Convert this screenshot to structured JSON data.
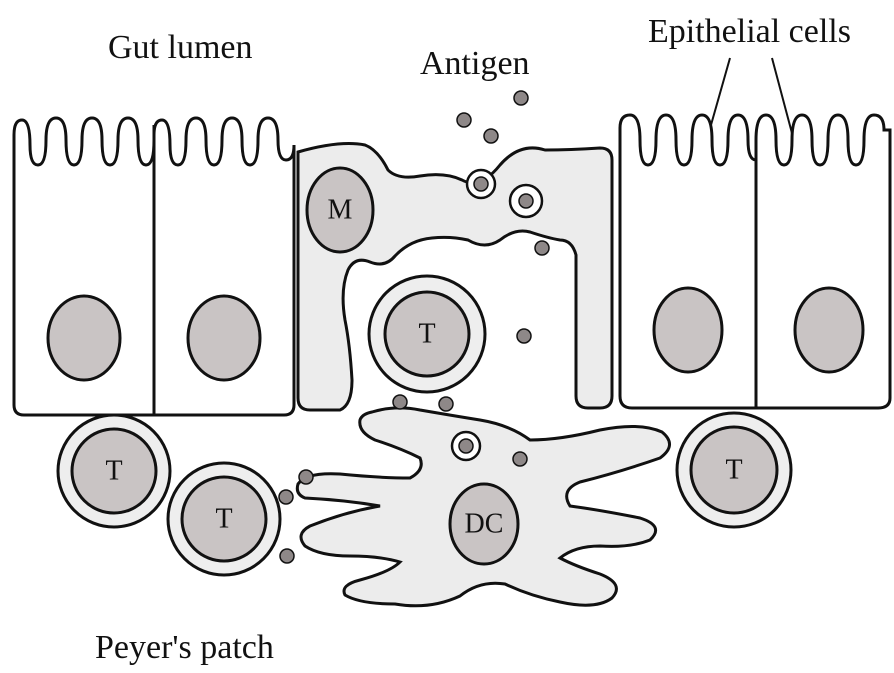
{
  "labels": {
    "gut_lumen": "Gut lumen",
    "antigen": "Antigen",
    "epithelial_cells": "Epithelial cells",
    "peyers_patch": "Peyer's patch"
  },
  "cells": {
    "m_cell": "M",
    "t_cell": "T",
    "dendritic_cell": "DC"
  },
  "colors": {
    "nucleus": "#c9c4c4",
    "cell_fill": "#ececec",
    "antigen": "#8e8888",
    "outline": "#111111"
  }
}
